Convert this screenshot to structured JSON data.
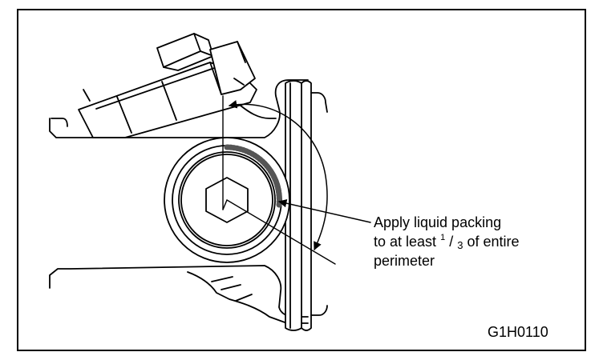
{
  "callout": {
    "line1": "Apply liquid packing",
    "line2_prefix": "to at least ",
    "fraction_numerator": "1",
    "fraction_slash": "/",
    "fraction_denominator": "3",
    "line2_suffix": " of entire",
    "line3": "perimeter"
  },
  "figure_id": "G1H0110",
  "colors": {
    "ink": "#000000",
    "paper": "#ffffff",
    "packing_dots": "#555555"
  },
  "icons": {
    "plug": "hex-socket-plug-icon",
    "arrow": "curved-double-arrow-icon"
  }
}
